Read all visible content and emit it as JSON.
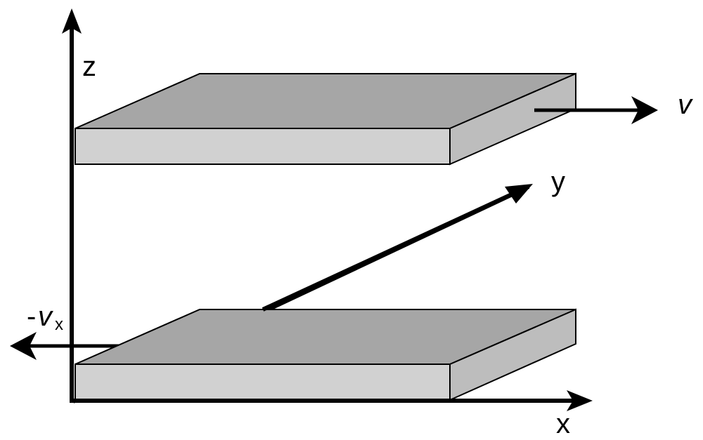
{
  "labels": {
    "z": "z",
    "y": "y",
    "x": "x",
    "v": "v",
    "neg_vx_sign": "-",
    "neg_vx_main": "v",
    "neg_vx_sub": "x"
  },
  "colors": {
    "plate_top": "#a6a6a6",
    "plate_front": "#d1d1d1",
    "plate_side": "#bdbdbd",
    "stroke": "#000000",
    "background": "#ffffff"
  }
}
